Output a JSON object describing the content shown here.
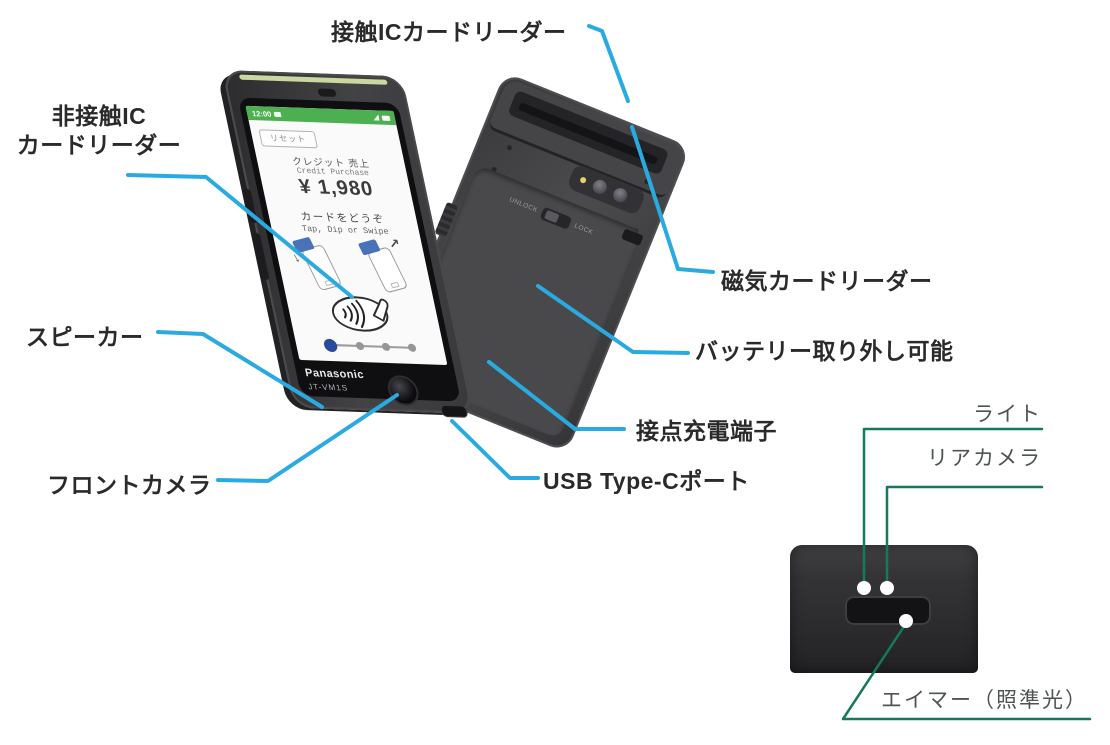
{
  "callouts": {
    "contact_ic_reader": "接触ICカードリーダー",
    "contactless_ic_reader_line1": "非接触IC",
    "contactless_ic_reader_line2": "カードリーダー",
    "speaker": "スピーカー",
    "front_camera": "フロントカメラ",
    "magnetic_card_reader": "磁気カードリーダー",
    "removable_battery": "バッテリー取り外し可能",
    "charging_contacts": "接点充電端子",
    "usb_type_c_port": "USB Type-Cポート",
    "light": "ライト",
    "rear_camera": "リアカメラ",
    "aimer": "エイマー（照準光）"
  },
  "screen": {
    "status_time": "12:00",
    "reset_button": "リセット",
    "transaction_title_jp": "クレジット 売上",
    "transaction_title_en": "Credit Purchase",
    "amount": "¥ 1,980",
    "card_prompt_jp": "カードをどうぞ",
    "card_prompt_en": "Tap, Dip or Swipe",
    "pagination": {
      "dot_count": 4,
      "active_index": 0
    }
  },
  "device": {
    "brand": "Panasonic",
    "model": "JT-VM1S",
    "unlock_label": "UNLOCK",
    "lock_label": "LOCK"
  },
  "icons": {
    "contactless_payment": "contactless-waves-hand-icon",
    "status_signal": "signal-icon",
    "status_battery": "battery-icon",
    "dip_arrow": "↓",
    "swipe_arrow": "↗"
  },
  "colors": {
    "callout_line_blue": "#29abe2",
    "callout_line_green": "#147a5c",
    "statusbar_green": "#4caf50",
    "card_blue": "#4a72b8",
    "active_dot_blue": "#2b4a9e"
  }
}
